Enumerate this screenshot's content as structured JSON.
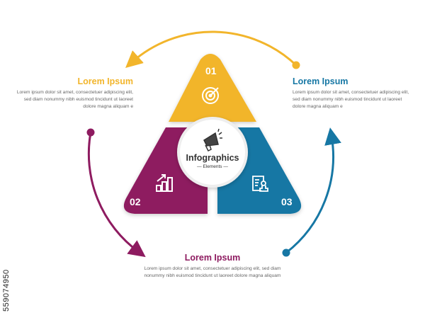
{
  "colors": {
    "yellow": "#F2B52B",
    "purple": "#8E1B60",
    "blue": "#1677A4",
    "text": "#666666"
  },
  "center": {
    "title": "Infographics",
    "subtitle": "— Elements —",
    "icon": "megaphone-icon"
  },
  "steps": [
    {
      "number": "01",
      "icon": "target-icon",
      "title": "Lorem Ipsum",
      "text": "Lorem ipsum dolor sit amet, consectetuer adipiscing elit, sed diam nonummy nibh euismod tincidunt ut laoreet dolore magna aliquam e"
    },
    {
      "number": "02",
      "icon": "growth-chart-icon",
      "title": "Lorem Ipsum",
      "text": "Lorem ipsum dolor sit amet, consectetuer adipiscing elit, sed diam nonummy nibh euismod tincidunt ut laoreet dolore magna aliquam"
    },
    {
      "number": "03",
      "icon": "document-stamp-icon",
      "title": "Lorem Ipsum",
      "text": "Lorem ipsum dolor sit amet, consectetuer adipiscing elit, sed diam nonummy nibh euismod tincidunt ut laoreet dolore magna aliquam e"
    }
  ],
  "watermark": "559074950"
}
